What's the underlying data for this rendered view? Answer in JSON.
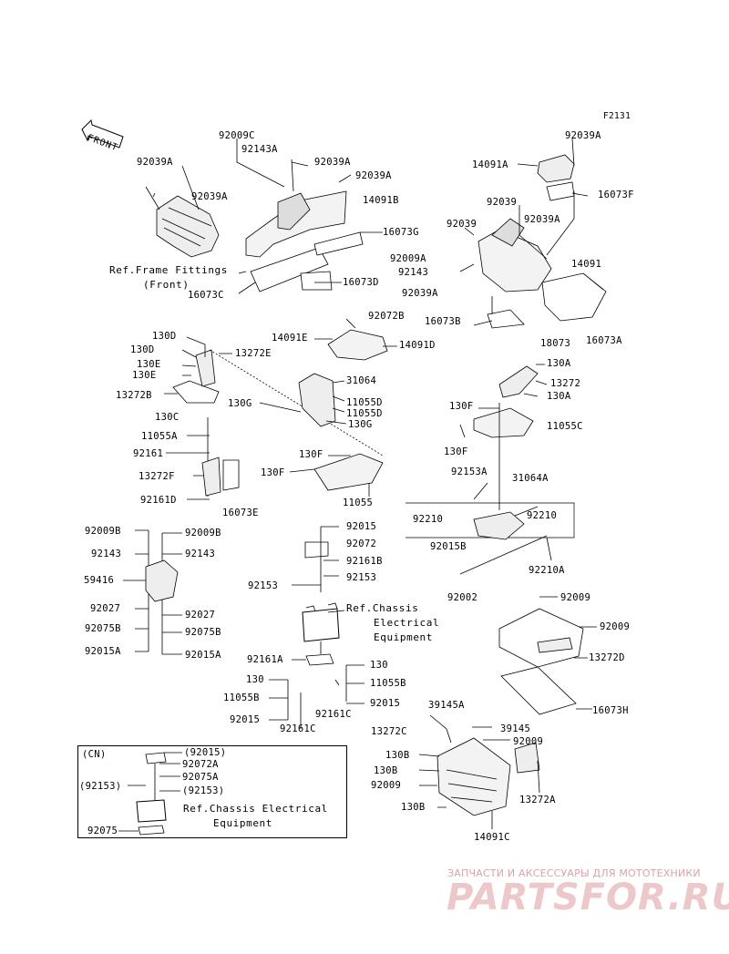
{
  "figure_code": "F2131",
  "front_marker": "FRONT",
  "labels": {
    "l_92039A_a": "92039A",
    "l_92039A_b": "92039A",
    "l_92009C": "92009C",
    "l_92143A": "92143A",
    "l_92039A_c": "92039A",
    "l_92039A_d": "92039A",
    "l_14091B": "14091B",
    "l_16073G": "16073G",
    "l_16073C": "16073C",
    "l_16073D": "16073D",
    "l_92039A_e": "92039A",
    "l_14091A": "14091A",
    "l_16073F": "16073F",
    "l_92039A_f": "92039A",
    "l_92039_a": "92039",
    "l_92039_b": "92039",
    "l_92009A": "92009A",
    "l_92143_a": "92143",
    "l_14091": "14091",
    "l_92039A_g": "92039A",
    "l_16073B": "16073B",
    "l_18073": "18073",
    "l_16073A": "16073A",
    "l_92072B": "92072B",
    "l_14091E": "14091E",
    "l_14091D": "14091D",
    "l_130D_a": "130D",
    "l_130D_b": "130D",
    "l_13272E": "13272E",
    "l_130E_a": "130E",
    "l_130E_b": "130E",
    "l_13272B": "13272B",
    "l_31064": "31064",
    "l_11055D_a": "11055D",
    "l_11055D_b": "11055D",
    "l_130G_a": "130G",
    "l_130G_b": "130G",
    "l_130A_a": "130A",
    "l_13272": "13272",
    "l_130A_b": "130A",
    "l_130F_a": "130F",
    "l_11055C": "11055C",
    "l_130F_b": "130F",
    "l_130C": "130C",
    "l_11055A": "11055A",
    "l_92161": "92161",
    "l_13272F": "13272F",
    "l_92161D": "92161D",
    "l_16073E": "16073E",
    "l_130F_c": "130F",
    "l_130F_d": "130F",
    "l_11055": "11055",
    "l_92153A": "92153A",
    "l_31064A": "31064A",
    "l_92210_a": "92210",
    "l_92210_b": "92210",
    "l_92015B": "92015B",
    "l_92210A": "92210A",
    "l_92009B_a": "92009B",
    "l_92009B_b": "92009B",
    "l_92143_b": "92143",
    "l_92143_c": "92143",
    "l_59416": "59416",
    "l_92027_a": "92027",
    "l_92027_b": "92027",
    "l_92075B_a": "92075B",
    "l_92075B_b": "92075B",
    "l_92015A_a": "92015A",
    "l_92015A_b": "92015A",
    "l_92015_a": "92015",
    "l_92072": "92072",
    "l_92161B": "92161B",
    "l_92153_a": "92153",
    "l_92153_b": "92153",
    "l_92002": "92002",
    "l_92009_a": "92009",
    "l_92009_b": "92009",
    "l_13272D": "13272D",
    "l_16073H": "16073H",
    "l_92161A": "92161A",
    "l_130_a": "130",
    "l_130_b": "130",
    "l_11055B_a": "11055B",
    "l_11055B_b": "11055B",
    "l_92015_b": "92015",
    "l_92161C_a": "92161C",
    "l_92161C_b": "92161C",
    "l_92015_c": "92015",
    "l_39145A": "39145A",
    "l_39145": "39145",
    "l_13272C": "13272C",
    "l_92009_c": "92009",
    "l_130B_a": "130B",
    "l_130B_b": "130B",
    "l_13272A": "13272A",
    "l_92009_d": "92009",
    "l_130B_c": "130B",
    "l_14091C": "14091C",
    "cn_tag": "(CN)",
    "cn_92015": "(92015)",
    "cn_92072A": "92072A",
    "cn_92153_l": "(92153)",
    "cn_92075A": "92075A",
    "cn_92153_r": "(92153)",
    "cn_92075": "92075"
  },
  "refs": {
    "frame_fittings_1": "Ref.Frame Fittings",
    "frame_fittings_2": "(Front)",
    "chassis_1": "Ref.Chassis",
    "chassis_2": "Electrical",
    "chassis_3": "Equipment",
    "cn_chassis_1": "Ref.Chassis Electrical",
    "cn_chassis_2": "Equipment"
  },
  "watermark": {
    "subtitle": "ЗАПЧАСТИ И АКСЕССУАРЫ ДЛЯ МОТОТЕХНИКИ",
    "brand": "PARTSFOR.RU"
  }
}
